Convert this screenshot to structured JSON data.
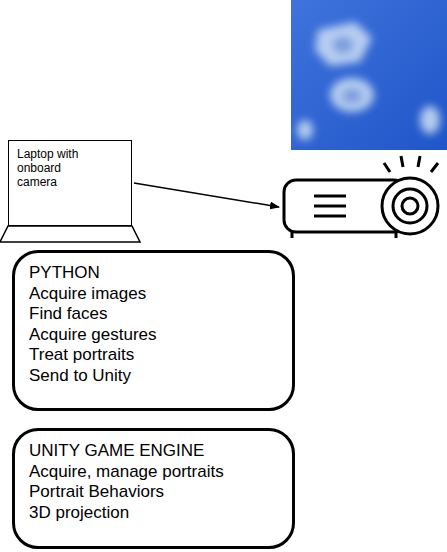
{
  "diagram": {
    "nodes": [
      {
        "text": [
          "Laptop with onboard camera"
        ]
      },
      {
        "text": [
          "PYTHON",
          "Acquire images",
          "Find faces",
          "Acquire gestures",
          "Treat portraits",
          "Send to Unity"
        ]
      },
      {
        "text": [
          "UNITY GAME ENGINE",
          "Acquire, manage portraits",
          "Portrait Behaviors",
          "3D projection"
        ]
      }
    ]
  }
}
